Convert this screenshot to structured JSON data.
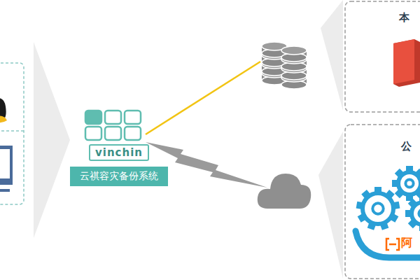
{
  "diagram": {
    "nodes": [
      {
        "text": [
          "vinchin",
          "云祺容灾备份系统"
        ]
      },
      {
        "text": [
          "本"
        ]
      },
      {
        "text": [
          "公"
        ]
      }
    ],
    "labels": [
      "阿"
    ]
  }
}
